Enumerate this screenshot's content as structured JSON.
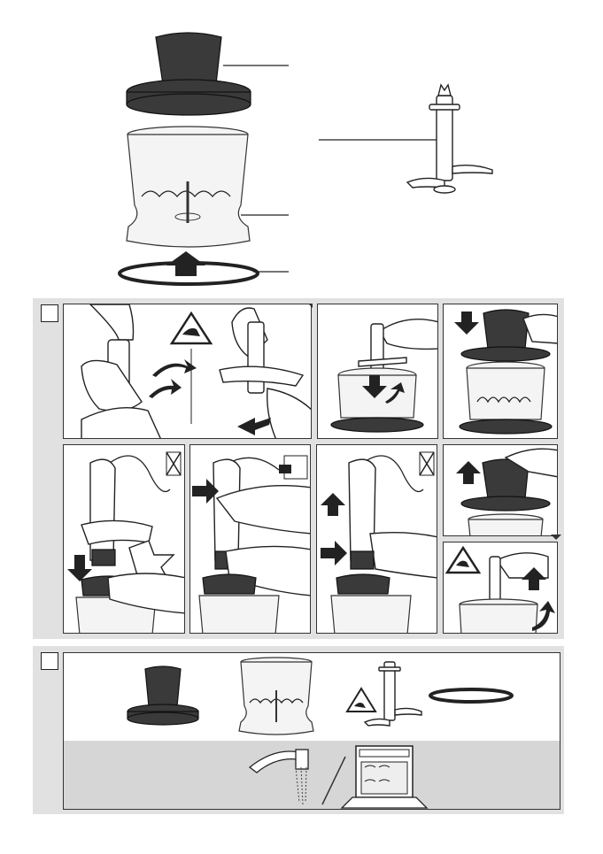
{
  "document": {
    "type": "product assembly and cleaning instructions",
    "sections": [
      {
        "id": "parts-overview",
        "panels": 0
      },
      {
        "id": "assembly-and-use",
        "panels": 10
      },
      {
        "id": "cleaning",
        "panels": 2
      }
    ]
  },
  "colors": {
    "dark_part": "#3a3a3a",
    "section_background": "#e1e1e1",
    "line": "#222222"
  },
  "icons": [
    "warning-sharp-blade-icon",
    "unplug-cross-icon",
    "outlet-plug-icon",
    "tap-water-icon",
    "dishwasher-icon"
  ]
}
